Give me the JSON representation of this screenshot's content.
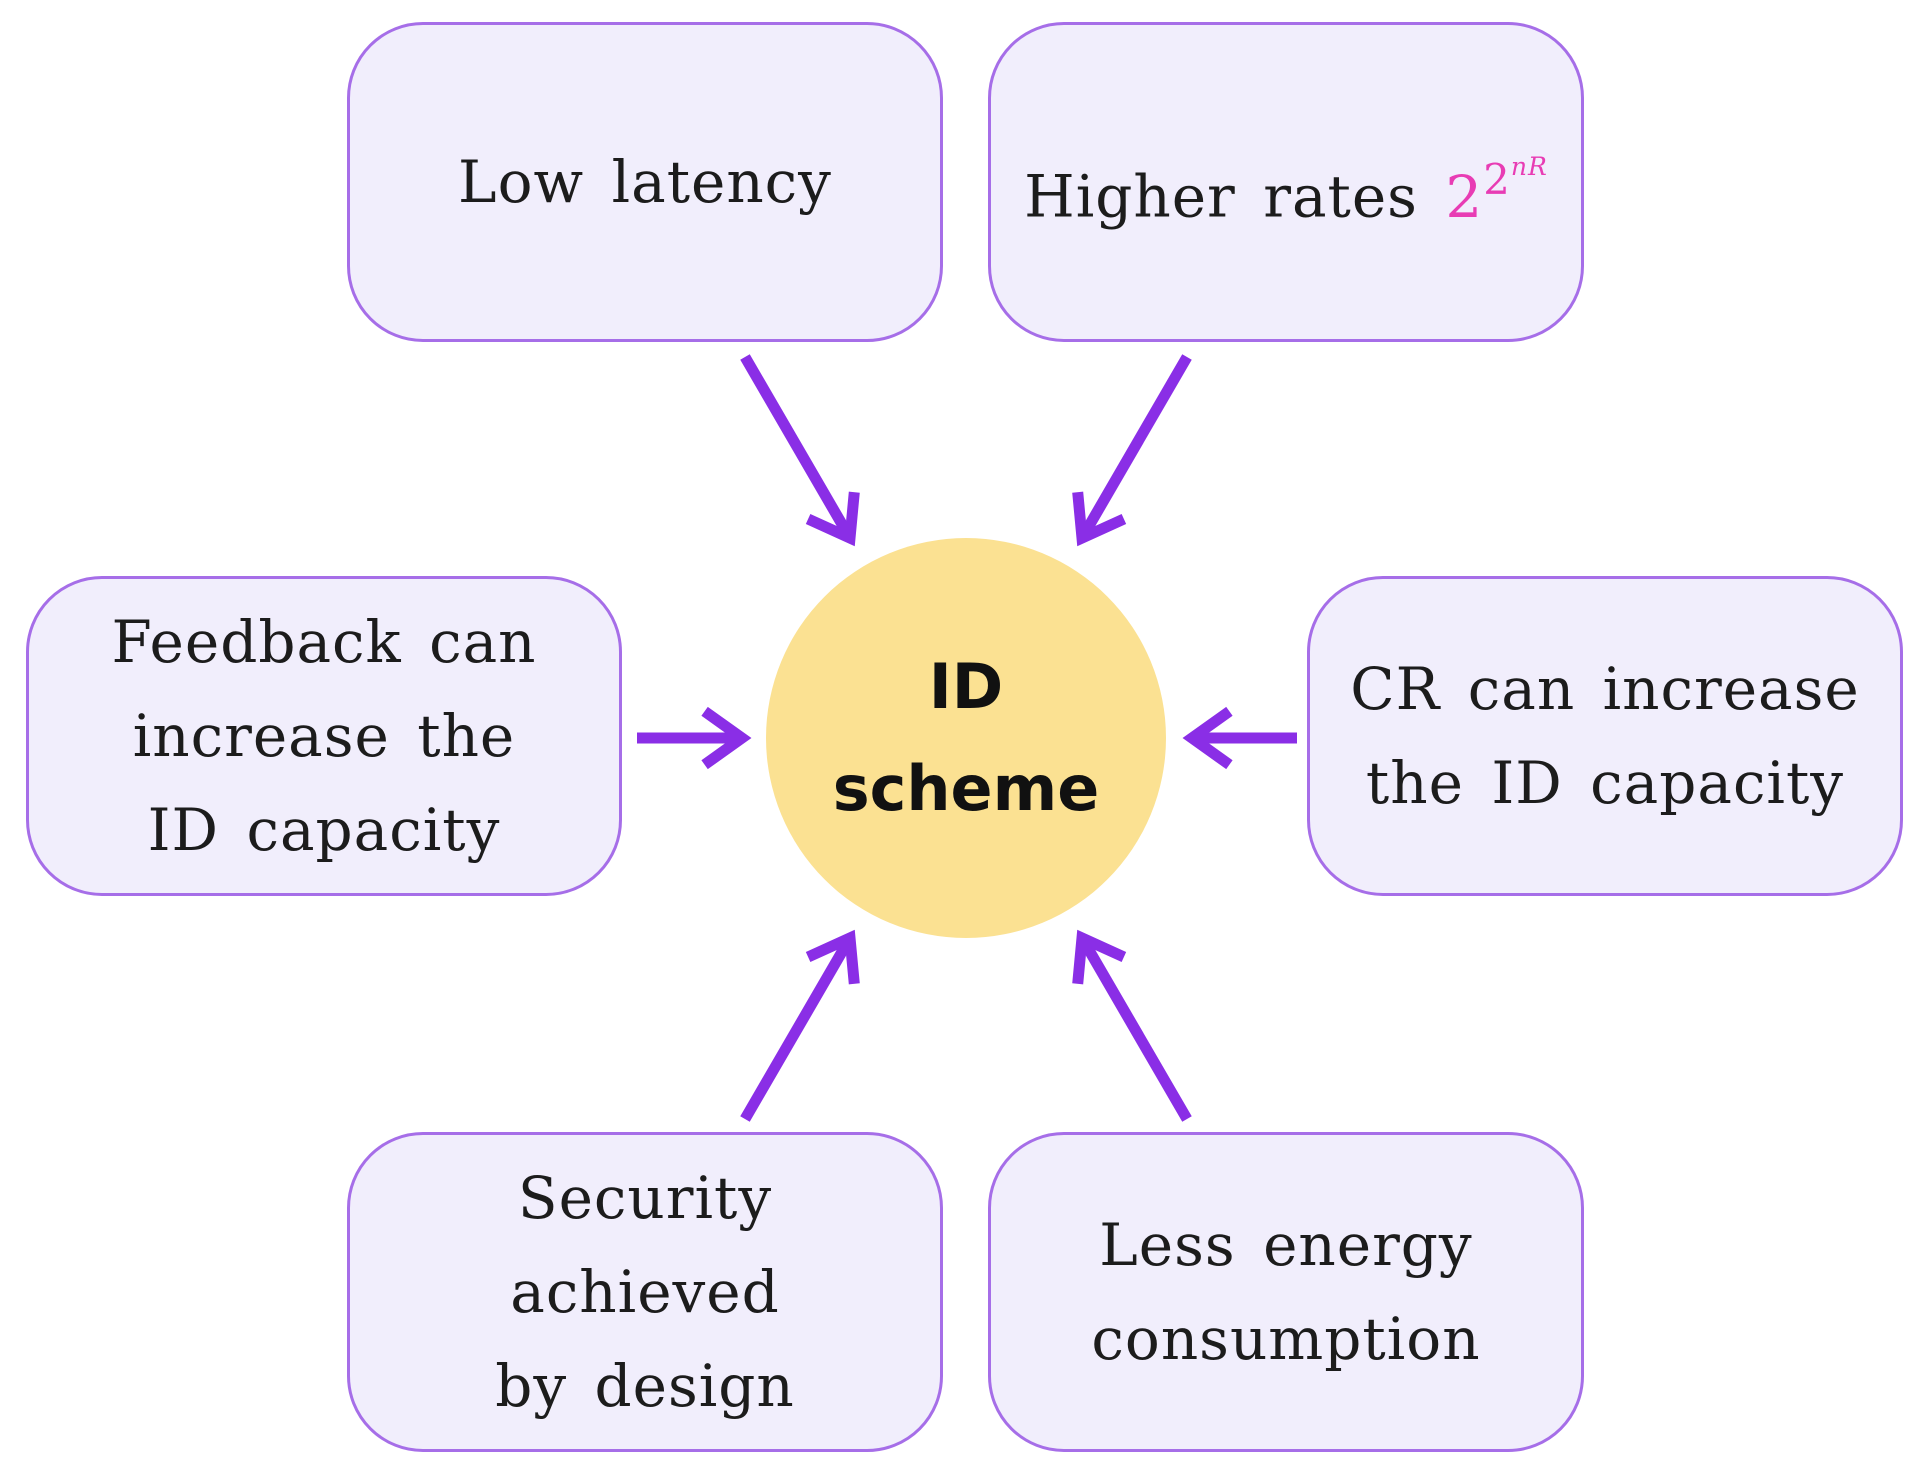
{
  "diagram": {
    "center": {
      "line1": "ID",
      "line2": "scheme",
      "fill": "#fbe192"
    },
    "nodes": {
      "low_latency": {
        "label": "Low latency"
      },
      "higher_rates": {
        "label": "Higher rates",
        "expr_base": "2",
        "expr_exp1": "2",
        "expr_exp2": "nR"
      },
      "feedback": {
        "line1": "Feedback can",
        "line2": "increase the",
        "line3": "ID capacity"
      },
      "cr": {
        "line1": "CR can increase",
        "line2": "the ID capacity"
      },
      "security": {
        "line1": "Security achieved",
        "line2": "by design"
      },
      "energy": {
        "line1": "Less energy",
        "line2": "consumption"
      }
    },
    "colors": {
      "box_border": "#a66ee8",
      "box_fill": "#f1eefc",
      "arrow": "#8a2ee6",
      "rate_expression": "#e83cb4"
    }
  }
}
